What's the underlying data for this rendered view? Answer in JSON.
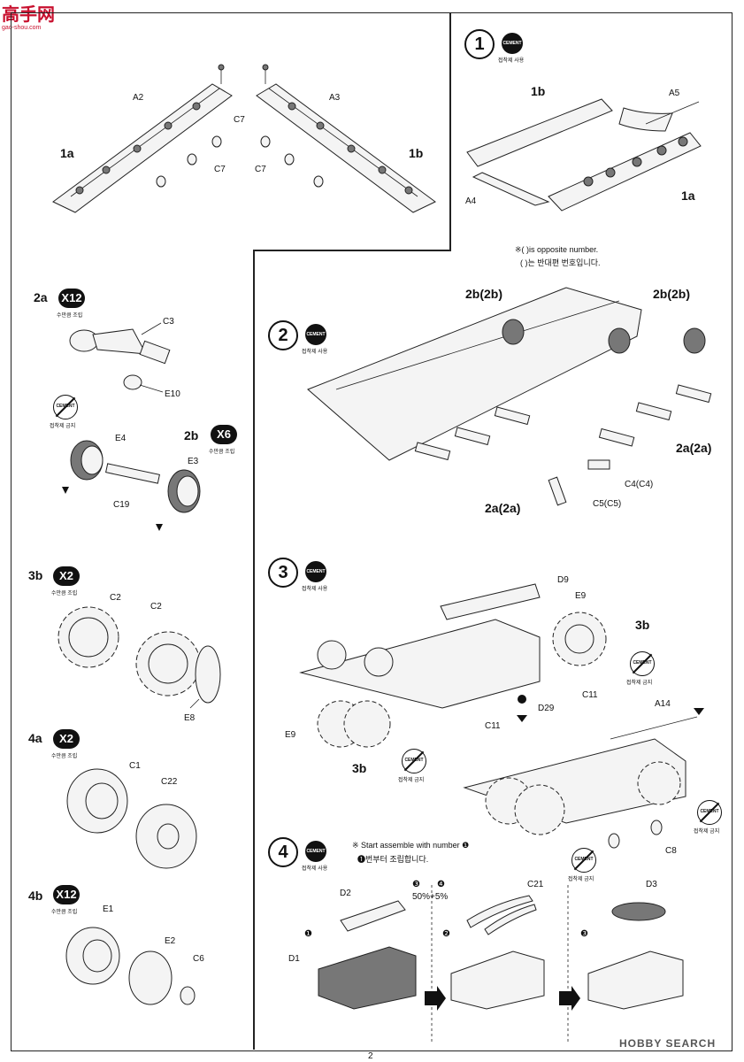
{
  "logo": {
    "text": "高手网",
    "sub": "gao-shou.com"
  },
  "footer": {
    "page_number": "2",
    "watermark": "HOBBY SEARCH"
  },
  "cement": {
    "use_label": "접착제 사용",
    "no_label": "접착제 금지",
    "icon_word": "CEMENT"
  },
  "build_label": "수만큼 조립",
  "step1": {
    "number": "1",
    "sub1a": "1a",
    "sub1b": "1b",
    "parts": [
      "A2",
      "A3",
      "C7",
      "C7",
      "C7"
    ],
    "assembly_labels": {
      "left_top": "1b",
      "a5": "A5",
      "a4": "A4",
      "right": "1a"
    }
  },
  "note_opposite": {
    "en": "※(    )is opposite number.",
    "ko": "(    )는 반대편 번호입니다."
  },
  "step2": {
    "number": "2",
    "labels": [
      "2b(2b)",
      "2b(2b)",
      "2a(2a)",
      "2a(2a)"
    ],
    "parts": [
      "C4(C4)",
      "C5(C5)"
    ]
  },
  "sub2a": {
    "label": "2a",
    "multiplier": "X12",
    "parts": [
      "C3",
      "E10"
    ]
  },
  "sub2b": {
    "label": "2b",
    "multiplier": "X6",
    "parts": [
      "E4",
      "E3",
      "C19"
    ]
  },
  "sub3b": {
    "label": "3b",
    "multiplier": "X2",
    "parts": [
      "C2",
      "C2",
      "E8"
    ]
  },
  "sub4a": {
    "label": "4a",
    "multiplier": "X2",
    "parts": [
      "C1",
      "C22"
    ]
  },
  "sub4b": {
    "label": "4b",
    "multiplier": "X12",
    "parts": [
      "E1",
      "E2",
      "C6"
    ]
  },
  "step3": {
    "number": "3",
    "labels": [
      "3b",
      "3b"
    ],
    "parts": [
      "D9",
      "E9",
      "E9",
      "C11",
      "C11",
      "D29",
      "A14",
      "C8"
    ]
  },
  "step4": {
    "number": "4",
    "note_en": "※ Start assemble with number ❶",
    "note_ko": "❶번부터 조립합니다.",
    "ratio": "50%+5%",
    "parts": [
      "D2",
      "D1",
      "C21",
      "D3"
    ],
    "subnums": [
      "❶",
      "❷",
      "❸"
    ],
    "marks": [
      "❸",
      "❹"
    ]
  }
}
